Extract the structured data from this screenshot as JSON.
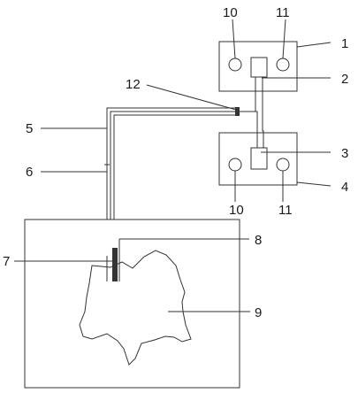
{
  "diagram": {
    "labels": {
      "l1": "1",
      "l2": "2",
      "l3": "3",
      "l4": "4",
      "l5": "5",
      "l6": "6",
      "l7": "7",
      "l8": "8",
      "l9": "9",
      "l10_top": "10",
      "l11_top": "11",
      "l10_bottom": "10",
      "l11_bottom": "11",
      "l12": "12"
    }
  }
}
